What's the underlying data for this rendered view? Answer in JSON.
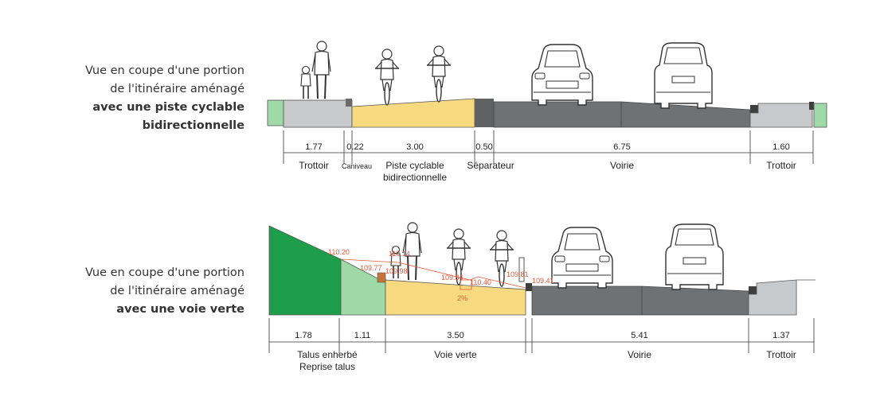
{
  "colors": {
    "sidewalk": "#c8c9cb",
    "grass_light": "#9fd9a7",
    "grass_dark": "#1e9e4a",
    "bike_path": "#f7d980",
    "road": "#6f7173",
    "separator": "#5f6163",
    "curb": "#6b6b6b",
    "annotation": "#e8593a"
  },
  "section1": {
    "caption": {
      "line1": "Vue en coupe d'une portion",
      "line2": "de l'itinéraire aménagé",
      "line3": "avec une piste cyclable",
      "line4": "bidirectionnelle"
    },
    "segments": [
      {
        "value": "1.77",
        "label": "Trottoir"
      },
      {
        "value": "0.22",
        "label": "Caniveau"
      },
      {
        "value": "3.00",
        "label": "Piste cyclable",
        "label2": "bidirectionnelle"
      },
      {
        "value": "0.50",
        "label": "Séparateur"
      },
      {
        "value": "6.75",
        "label": "Voirie"
      },
      {
        "value": "1.60",
        "label": "Trottoir"
      }
    ]
  },
  "section2": {
    "caption": {
      "line1": "Vue en coupe d'une portion",
      "line2": "de l'itinéraire aménagé",
      "line3": "avec une voie verte"
    },
    "segments": [
      {
        "value": "1.78",
        "label": "Talus enherbé",
        "label2": "Reprise talus"
      },
      {
        "value": "1.11",
        "label": ""
      },
      {
        "value": "3.50",
        "label": "Voie verte"
      },
      {
        "value": "5.41",
        "label": "Voirie"
      },
      {
        "value": "1.37",
        "label": "Trottoir"
      }
    ],
    "elevations": [
      "110.20",
      "109.77",
      "110.14",
      "109.98",
      "109.84",
      "110.40",
      "109.81",
      "109.41",
      "2%"
    ]
  }
}
